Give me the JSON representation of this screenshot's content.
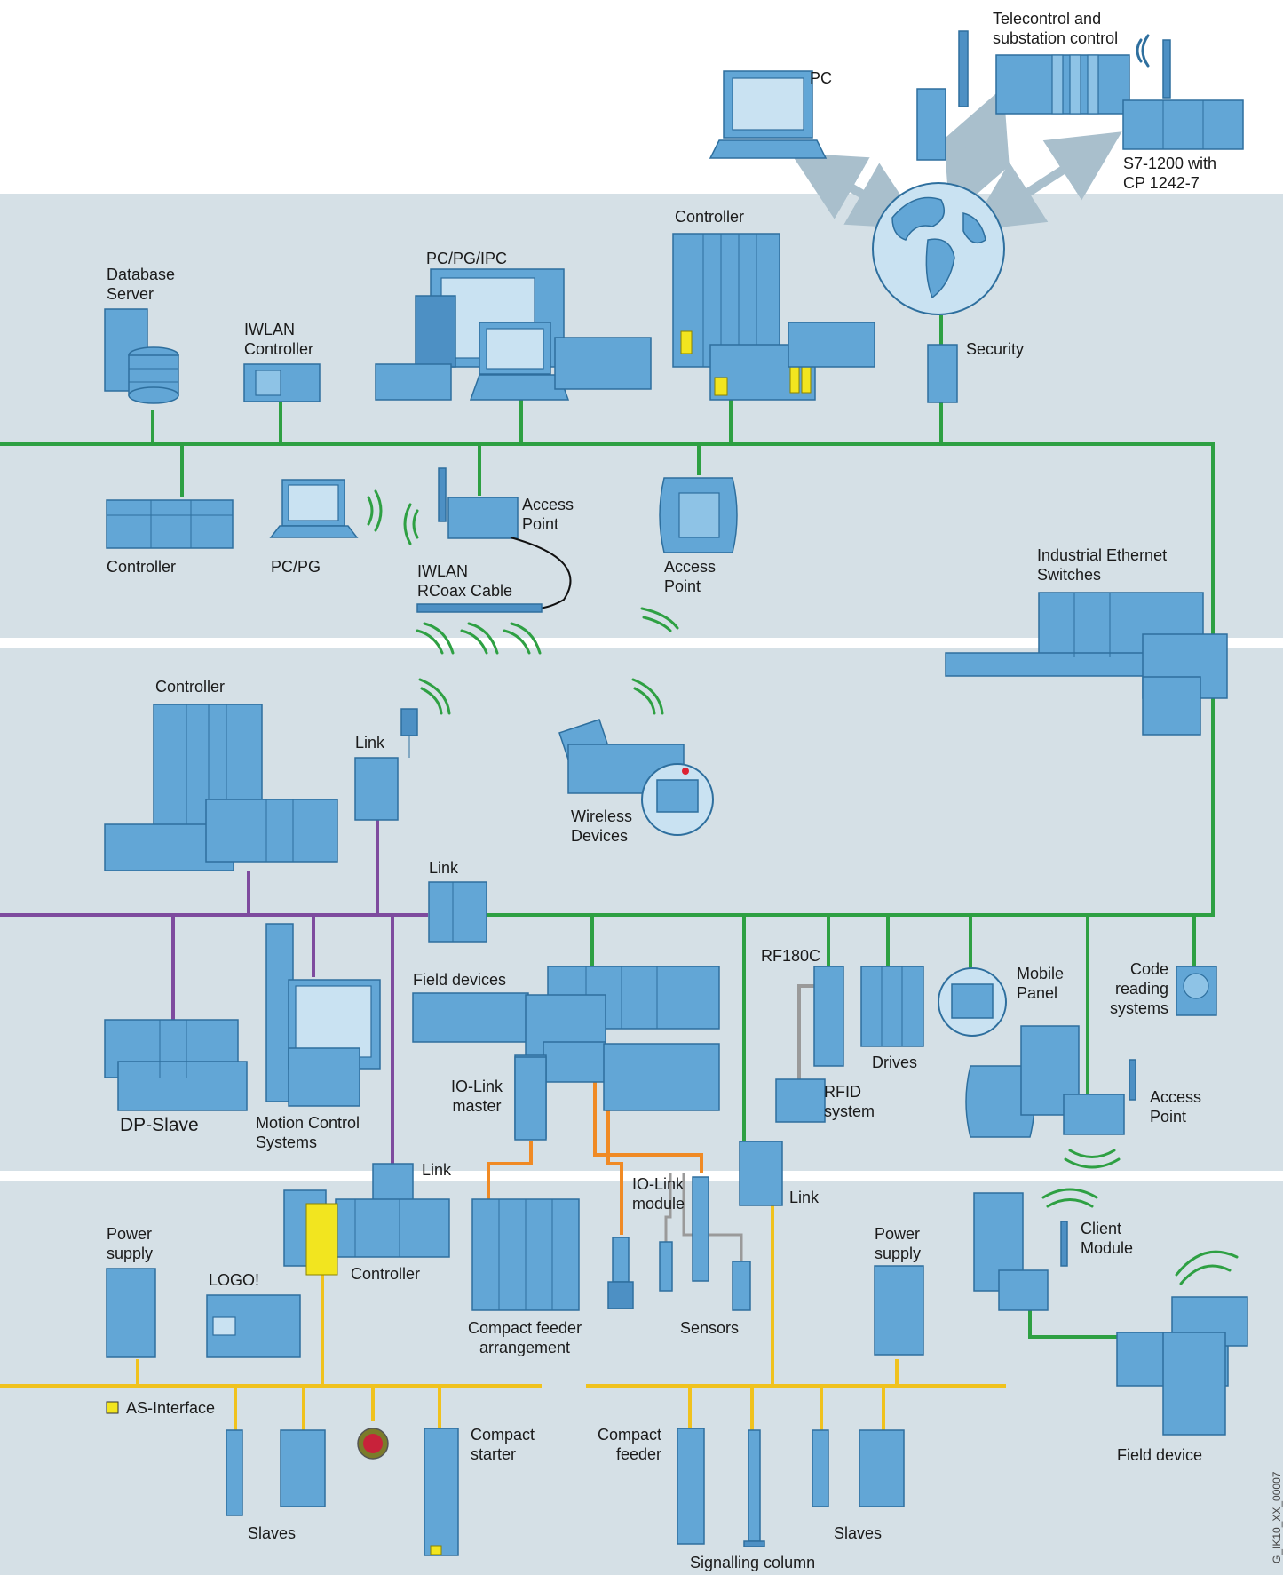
{
  "labels": {
    "telecontrol": "Telecontrol and\nsubstation control",
    "pc": "PC",
    "s7_1200": "S7-1200 with\nCP 1242-7",
    "controller_top": "Controller",
    "pc_pg_ipc": "PC/PG/IPC",
    "database_server": "Database\nServer",
    "iwlan_controller": "IWLAN\nController",
    "security": "Security",
    "controller_row2": "Controller",
    "pc_pg": "PC/PG",
    "access_point_1": "Access\nPoint",
    "iwlan_rcoax": "IWLAN\nRCoax Cable",
    "access_point_2": "Access\nPoint",
    "industrial_ethernet_switches": "Industrial Ethernet\nSwitches",
    "controller_profibus": "Controller",
    "link_1": "Link",
    "wireless_devices": "Wireless\nDevices",
    "link_2": "Link",
    "dp_slave": "DP-Slave",
    "motion_control": "Motion Control\nSystems",
    "field_devices": "Field devices",
    "io_link_master": "IO-Link\nmaster",
    "rf180c": "RF180C",
    "drives": "Drives",
    "rfid_system": "RFID\nsystem",
    "mobile_panel": "Mobile\nPanel",
    "code_reading": "Code\nreading\nsystems",
    "access_point_3": "Access\nPoint",
    "link_3": "Link",
    "controller_bottom": "Controller",
    "power_supply_1": "Power\nsupply",
    "logo": "LOGO!",
    "io_link_module": "IO-Link\nmodule",
    "compact_feeder_arrangement": "Compact feeder\narrangement",
    "sensors": "Sensors",
    "link_4": "Link",
    "power_supply_2": "Power\nsupply",
    "client_module": "Client\nModule",
    "as_interface": "AS-Interface",
    "compact_starter": "Compact\nstarter",
    "slaves_1": "Slaves",
    "compact_feeder": "Compact\nfeeder",
    "signalling_column": "Signalling column",
    "slaves_2": "Slaves",
    "field_device": "Field device",
    "image_code": "G_IK10_XX_00007"
  },
  "colors": {
    "band": "#d5e0e6",
    "industrial_ethernet": "#2ea043",
    "profibus": "#7e4b9e",
    "as_interface": "#f0c21e",
    "io_link": "#f08a24",
    "rfid": "#9a9a9a",
    "device": "#62a6d6",
    "internet_arrow": "#a9bfcc"
  }
}
